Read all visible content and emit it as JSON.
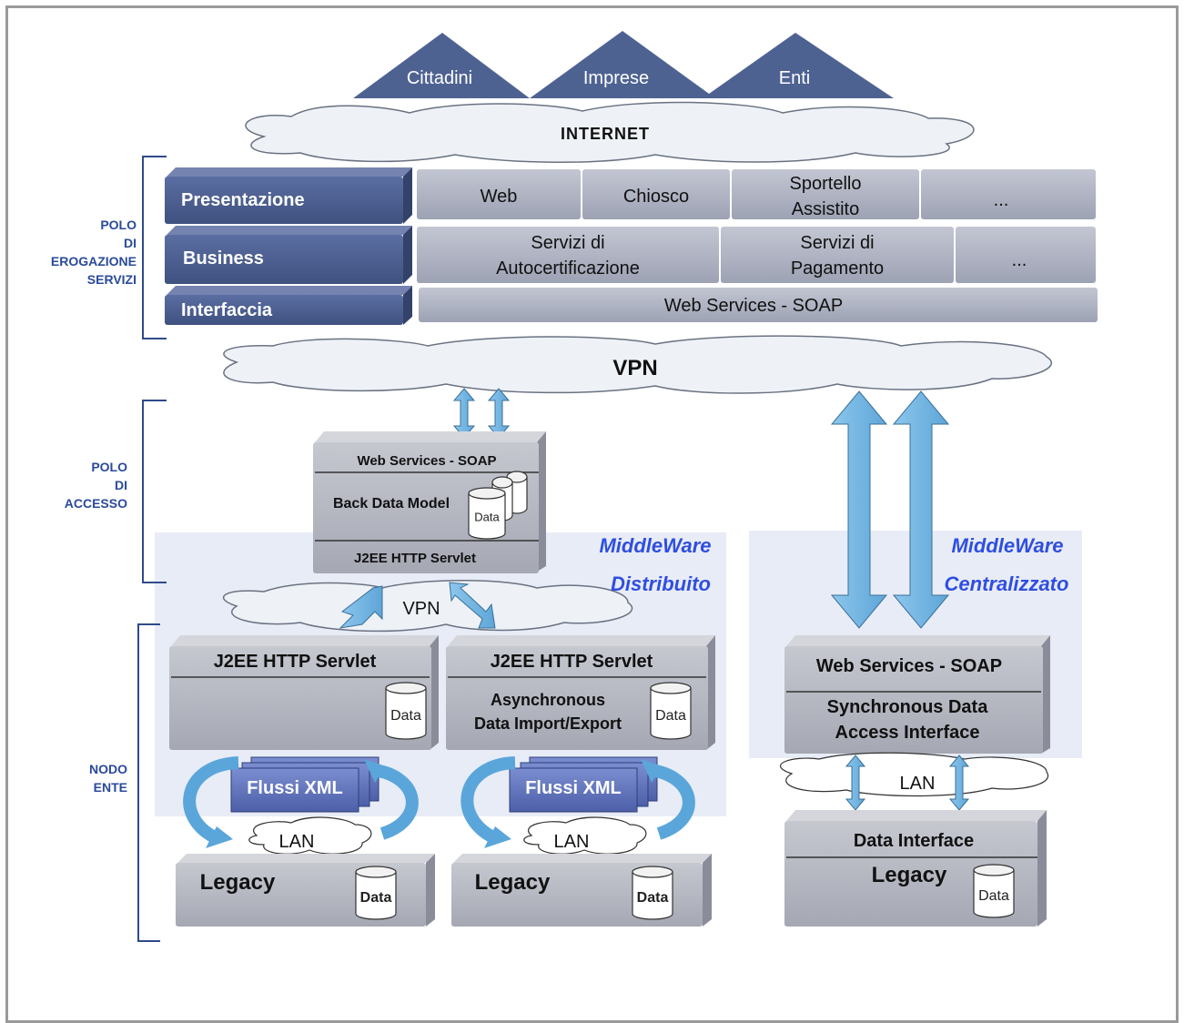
{
  "top_users": {
    "cittadini": "Cittadini",
    "imprese": "Imprese",
    "enti": "Enti"
  },
  "networks": {
    "internet": "INTERNET",
    "vpn_main": "VPN",
    "vpn_distributed": "VPN",
    "lan": "LAN"
  },
  "sections": {
    "polo_erogazione": "POLO\nDI\nEROGAZIONE\nSERVIZI",
    "polo_accesso": "POLO\nDI\nACCESSO",
    "nodo_ente": "NODO\nENTE"
  },
  "layers": {
    "presentazione": "Presentazione",
    "business": "Business",
    "interfaccia": "Interfaccia"
  },
  "presentation_row": {
    "web": "Web",
    "chiosco": "Chiosco",
    "sportello": "Sportello\nAssistito",
    "more": "..."
  },
  "business_row": {
    "autocert": "Servizi di\nAutocertificazione",
    "pagamento": "Servizi di\nPagamento",
    "more": "..."
  },
  "interface_row": {
    "ws": "Web Services - SOAP"
  },
  "access_box": {
    "ws": "Web Services - SOAP",
    "back_data": "Back Data Model",
    "servlet": "J2EE HTTP Servlet"
  },
  "middleware": {
    "distribuito_1": "MiddleWare",
    "distribuito_2": "Distribuito",
    "centralizzato_1": "MiddleWare",
    "centralizzato_2": "Centralizzato"
  },
  "node_left": {
    "servlet": "J2EE HTTP Servlet",
    "flussi": "Flussi XML",
    "legacy": "Legacy"
  },
  "node_mid": {
    "servlet": "J2EE HTTP Servlet",
    "async": "Asynchronous\nData Import/Export",
    "flussi": "Flussi XML",
    "legacy": "Legacy"
  },
  "node_right": {
    "ws": "Web Services - SOAP",
    "sync": "Synchronous Data\nAccess Interface",
    "data_interface": "Data Interface",
    "legacy": "Legacy"
  },
  "data_label": "Data",
  "colors": {
    "dark_box": "#4a5c8c",
    "light_box": "#a9aebf",
    "grey_box": "#b3b5bf",
    "arrow": "#6fb2e0",
    "side_text": "#2a4a9a",
    "middleware_text": "#2f4ee0",
    "middleware_bg": "#e8ecf6",
    "cloud": "#eef2f7",
    "triangle": "#4e6292"
  }
}
